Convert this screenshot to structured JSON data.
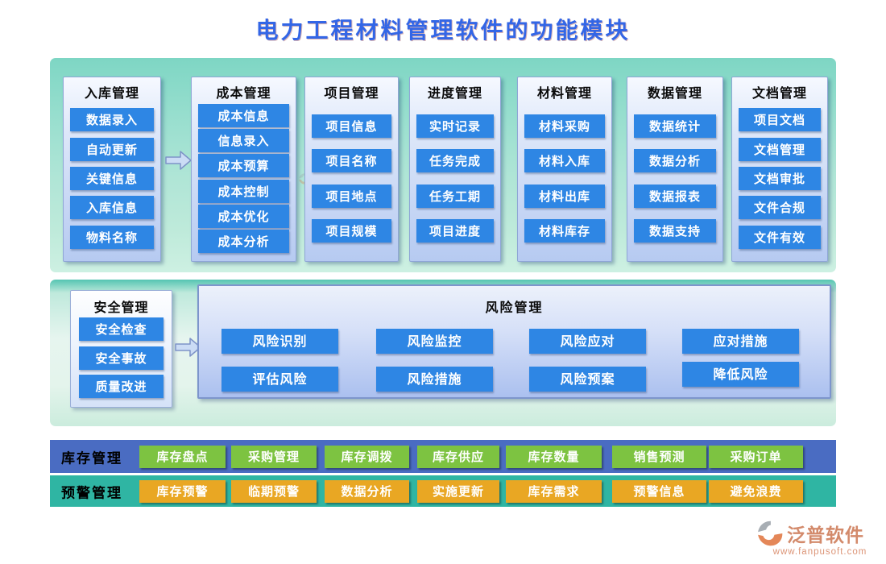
{
  "title": "电力工程材料管理软件的功能模块",
  "modules": [
    {
      "header": "入库管理",
      "items": [
        "数据录入",
        "自动更新",
        "关键信息",
        "入库信息",
        "物料名称"
      ]
    },
    {
      "header": "成本管理",
      "items": [
        "成本信息",
        "信息录入",
        "成本预算",
        "成本控制",
        "成本优化",
        "成本分析"
      ]
    },
    {
      "header": "项目管理",
      "items": [
        "项目信息",
        "项目名称",
        "项目地点",
        "项目规模"
      ]
    },
    {
      "header": "进度管理",
      "items": [
        "实时记录",
        "任务完成",
        "任务工期",
        "项目进度"
      ]
    },
    {
      "header": "材料管理",
      "items": [
        "材料采购",
        "材料入库",
        "材料出库",
        "材料库存"
      ]
    },
    {
      "header": "数据管理",
      "items": [
        "数据统计",
        "数据分析",
        "数据报表",
        "数据支持"
      ]
    },
    {
      "header": "文档管理",
      "items": [
        "项目文档",
        "文档管理",
        "文档审批",
        "文件合规",
        "文件有效"
      ]
    }
  ],
  "safety": {
    "header": "安全管理",
    "items": [
      "安全检查",
      "安全事故",
      "质量改进"
    ]
  },
  "risk": {
    "header": "风险管理",
    "row1": [
      "风险识别",
      "风险监控",
      "风险应对",
      "应对措施"
    ],
    "row2": [
      "评估风险",
      "风险措施",
      "风险预案",
      "降低风险"
    ]
  },
  "inventory": {
    "label": "库存管理",
    "items": [
      "库存盘点",
      "采购管理",
      "库存调拨",
      "库存供应",
      "库存数量",
      "销售预测",
      "采购订单"
    ]
  },
  "alert": {
    "label": "预警管理",
    "items": [
      "库存预警",
      "临期预警",
      "数据分析",
      "实施更新",
      "库存需求",
      "预警信息",
      "避免浪费"
    ]
  },
  "logo": {
    "name": "泛普软件",
    "website": "www.fanpusoft.com"
  },
  "icons": {
    "flow_arrow": "right-block-arrow",
    "logo_mark": "fanpu-swirl"
  },
  "colors": {
    "title_blue": "#3366E6",
    "accent_blue": "#2E86E4",
    "bar_blue": "#4A6CC2",
    "bar_teal": "#2FB5A3",
    "btn_green": "#7DC341",
    "btn_orange": "#E9A723"
  }
}
